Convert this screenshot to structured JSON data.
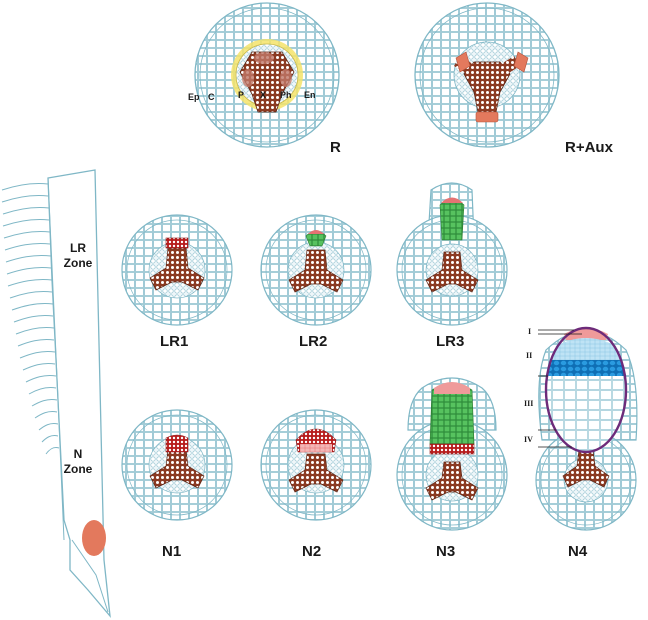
{
  "colors": {
    "cell_outline": "#7fb7c6",
    "cell_fill": "#e6f2f6",
    "xylem": "#8b3a22",
    "auxin": "#e3795d",
    "pericycle_ring": "#f4e36a",
    "lr_primordium": "#4caf50",
    "nodule_meristem": "#d9262b",
    "zone_ii": "#1e88c8",
    "nodule_boundary": "#6d2b7a"
  },
  "panels": {
    "r": {
      "label": "R"
    },
    "r_aux": {
      "label": "R+Aux"
    },
    "lr1": {
      "label": "LR1"
    },
    "lr2": {
      "label": "LR2"
    },
    "lr3": {
      "label": "LR3"
    },
    "n1": {
      "label": "N1"
    },
    "n2": {
      "label": "N2"
    },
    "n3": {
      "label": "N3"
    },
    "n4": {
      "label": "N4"
    }
  },
  "tissues": {
    "ep": "Ep",
    "c": "C",
    "p": "P",
    "x": "X",
    "ph": "Ph",
    "en": "En"
  },
  "root": {
    "lr_zone_line1": "LR",
    "lr_zone_line2": "Zone",
    "n_zone_line1": "N",
    "n_zone_line2": "Zone"
  },
  "nodule_zones": {
    "i": "I",
    "ii": "II",
    "iii": "III",
    "iv": "IV"
  }
}
